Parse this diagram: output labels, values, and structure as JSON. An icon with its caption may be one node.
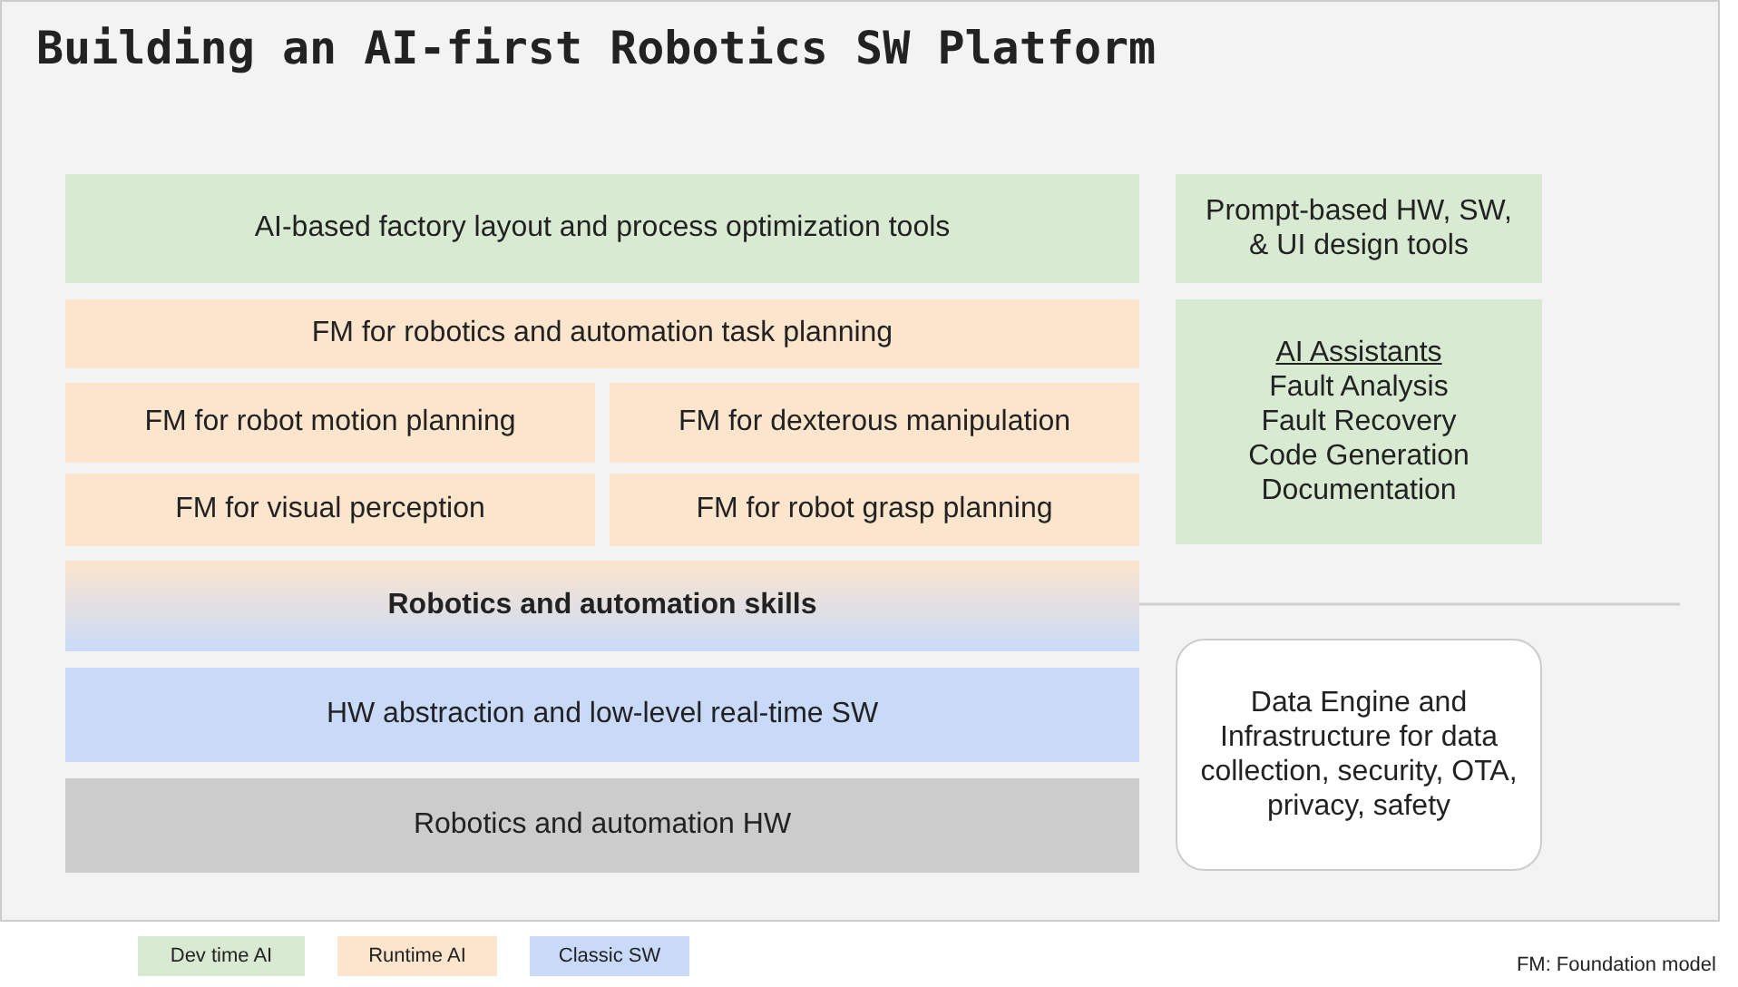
{
  "diagram": {
    "title": "Building an AI-first Robotics SW Platform",
    "nodes": [
      {
        "text": [
          "AI-based factory layout and process optimization tools"
        ]
      },
      {
        "text": [
          "Prompt-based HW, SW, & UI design tools"
        ]
      },
      {
        "text": [
          "FM for robotics and automation task planning"
        ]
      },
      {
        "text": [
          "AI Assistants",
          "Fault Analysis",
          "Fault Recovery",
          "Code Generation",
          "Documentation"
        ]
      },
      {
        "text": [
          "FM for robot motion planning"
        ]
      },
      {
        "text": [
          "FM for dexterous manipulation"
        ]
      },
      {
        "text": [
          "FM for visual perception"
        ]
      },
      {
        "text": [
          "FM for robot grasp planning"
        ]
      },
      {
        "text": [
          "Robotics and automation skills"
        ]
      },
      {
        "text": [
          "HW abstraction and low-level real-time SW"
        ]
      },
      {
        "text": [
          "Robotics and automation HW"
        ]
      },
      {
        "text": [
          "Data Engine and Infrastructure for data collection, security, OTA, privacy, safety"
        ]
      }
    ],
    "edges": [],
    "labels": [
      "FM: Foundation model"
    ],
    "legend": [
      {
        "text": "Dev time AI",
        "color": "#d9ead3"
      },
      {
        "text": "Runtime AI",
        "color": "#fce5cd"
      },
      {
        "text": "Classic SW",
        "color": "#c9daf8"
      }
    ]
  }
}
